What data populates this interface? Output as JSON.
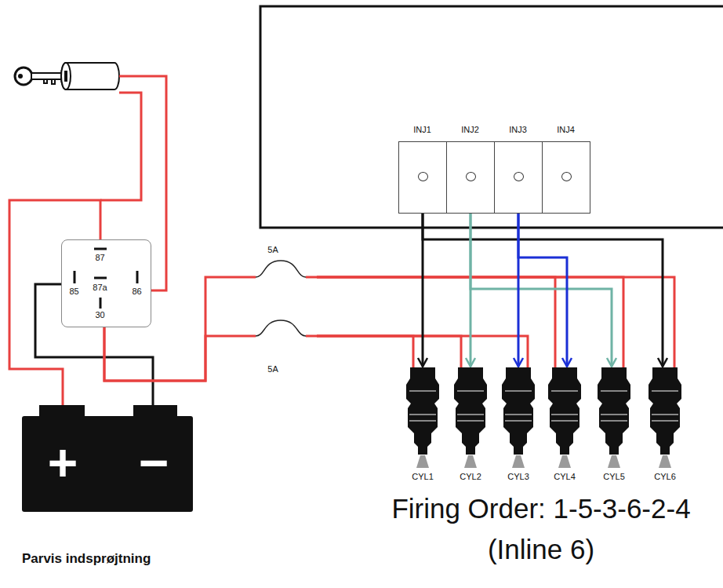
{
  "diagram": {
    "caption": "Parvis indsprøjtning",
    "nodes": [
      {
        "text": [
          "87",
          "85",
          "87a",
          "86",
          "30"
        ]
      },
      {
        "text": [
          "+",
          "−"
        ]
      },
      {
        "text": [
          "5A"
        ]
      },
      {
        "text": [
          "5A"
        ]
      },
      {
        "text": [
          "INJ1"
        ]
      },
      {
        "text": [
          "INJ2"
        ]
      },
      {
        "text": [
          "INJ3"
        ]
      },
      {
        "text": [
          "INJ4"
        ]
      },
      {
        "text": [
          "CYL1"
        ]
      },
      {
        "text": [
          "CYL2"
        ]
      },
      {
        "text": [
          "CYL3"
        ]
      },
      {
        "text": [
          "CYL4"
        ]
      },
      {
        "text": [
          "CYL5"
        ]
      },
      {
        "text": [
          "CYL6"
        ]
      }
    ],
    "edges": [
      {
        "from": 1,
        "to": 0,
        "arrow": "none"
      },
      {
        "from": 0,
        "to": 1,
        "arrow": "none"
      },
      {
        "from": 0,
        "to": 2,
        "arrow": "none"
      },
      {
        "from": 0,
        "to": 3,
        "arrow": "none"
      },
      {
        "from": 2,
        "to": 11,
        "arrow": "none"
      },
      {
        "from": 2,
        "to": 12,
        "arrow": "none"
      },
      {
        "from": 2,
        "to": 13,
        "arrow": "none"
      },
      {
        "from": 3,
        "to": 8,
        "arrow": "none"
      },
      {
        "from": 3,
        "to": 9,
        "arrow": "none"
      },
      {
        "from": 3,
        "to": 10,
        "arrow": "none"
      },
      {
        "from": 4,
        "to": 8,
        "arrow": "to"
      },
      {
        "from": 4,
        "to": 13,
        "arrow": "to"
      },
      {
        "from": 5,
        "to": 9,
        "arrow": "to"
      },
      {
        "from": 5,
        "to": 12,
        "arrow": "to"
      },
      {
        "from": 6,
        "to": 10,
        "arrow": "to"
      },
      {
        "from": 6,
        "to": 11,
        "arrow": "to"
      }
    ],
    "labels": [
      "Firing Order: 1-5-3-6-2-4",
      "(Inline 6)"
    ]
  }
}
